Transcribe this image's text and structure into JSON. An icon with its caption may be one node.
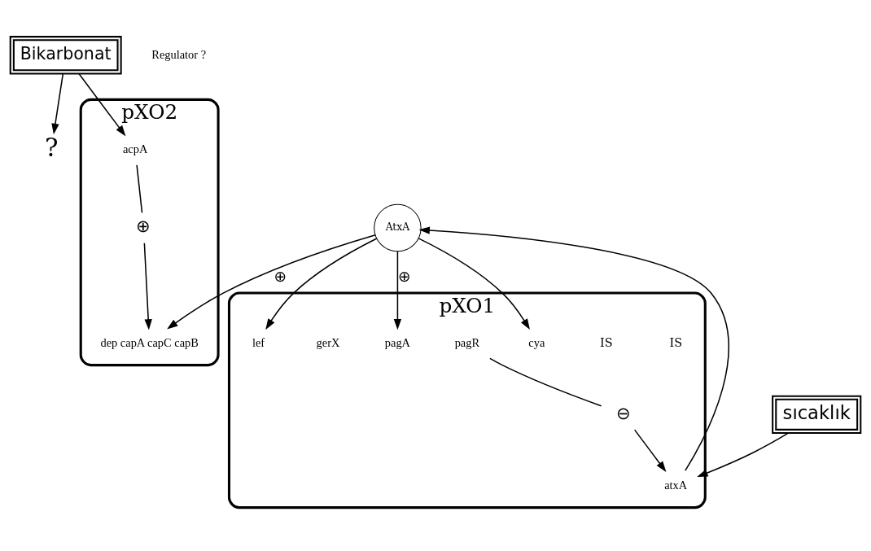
{
  "diagram": {
    "nodes": [
      {
        "text": [
          "Bikarbonat"
        ]
      },
      {
        "text": [
          "?"
        ]
      },
      {
        "text": [
          "pXO1"
        ]
      },
      {
        "text": [
          "IS"
        ],
        "in": 2
      },
      {
        "text": [
          "IS"
        ],
        "in": 2
      },
      {
        "text": [
          "lef"
        ],
        "in": 2
      },
      {
        "text": [
          "pagR"
        ],
        "in": 2
      },
      {
        "text": [
          "pagA"
        ],
        "in": 2
      },
      {
        "text": [
          "gerX"
        ],
        "in": 2
      },
      {
        "text": [
          "atxA"
        ],
        "in": 2
      },
      {
        "text": [
          "cya"
        ],
        "in": 2
      },
      {
        "text": [
          "⊖"
        ],
        "in": 2
      },
      {
        "text": [
          "sıcaklık"
        ]
      },
      {
        "text": [
          "pXO2"
        ]
      },
      {
        "text": [
          "⊕"
        ],
        "in": 13
      },
      {
        "text": [
          "acpA"
        ],
        "in": 13
      },
      {
        "text": [
          "dep capA capC capB"
        ],
        "in": 13
      },
      {
        "text": [
          "AtxA"
        ]
      }
    ],
    "edges": [
      {
        "from": 0,
        "to": 1,
        "arrow": "to"
      },
      {
        "from": 0,
        "to": 15,
        "arrow": "to"
      },
      {
        "from": 12,
        "to": 9,
        "arrow": "to"
      },
      {
        "from": 9,
        "to": 17,
        "arrow": "to"
      },
      {
        "from": 17,
        "to": 5,
        "arrow": "to"
      },
      {
        "from": 17,
        "to": 7,
        "arrow": "to",
        "label": "⊕"
      },
      {
        "from": 17,
        "to": 10,
        "arrow": "to"
      },
      {
        "from": 17,
        "to": 16,
        "arrow": "to",
        "label": "⊕"
      },
      {
        "from": 6,
        "to": 11,
        "arrow": "none"
      },
      {
        "from": 11,
        "to": 9,
        "arrow": "to"
      },
      {
        "from": 15,
        "to": 14,
        "arrow": "none"
      },
      {
        "from": 14,
        "to": 16,
        "arrow": "to"
      }
    ],
    "labels": [
      "Regulator ?"
    ]
  }
}
